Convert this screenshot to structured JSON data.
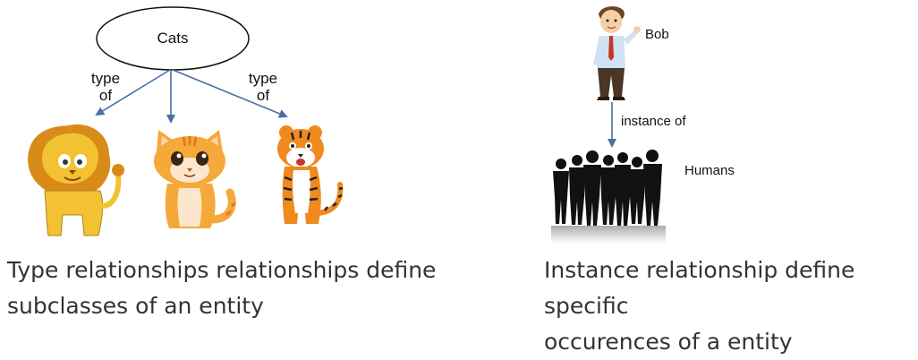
{
  "left_panel": {
    "root_node": "Cats",
    "edge_left_label": [
      "type",
      "of"
    ],
    "edge_right_label": [
      "type",
      "of"
    ],
    "caption": [
      "Type relationships relationships define",
      "subclasses of an entity"
    ]
  },
  "right_panel": {
    "instance_label": "Bob",
    "edge_label": "instance of",
    "class_label": "Humans",
    "caption": [
      "Instance relationship define specific",
      "occurences of a entity"
    ]
  },
  "colors": {
    "arrow": "#4a6fa5",
    "lion": "#f2c232",
    "cat": "#f4a93a",
    "tiger": "#f08a1e",
    "silhouette": "#111111",
    "text": "#333333"
  }
}
